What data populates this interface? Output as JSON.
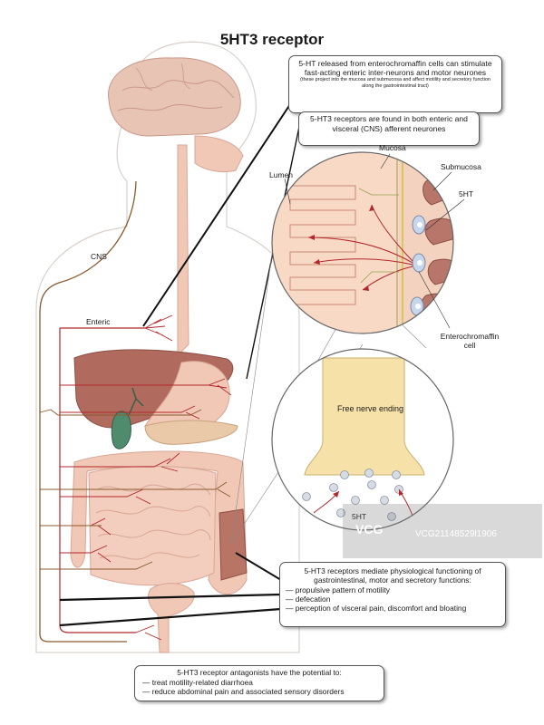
{
  "title": "5HT3 receptor",
  "info_box_1": {
    "main": "5-HT released from enterochromaffin cells can stimulate fast-acting enteric inter-neurons and motor neurones",
    "sub": "(these project into the mucosa and submucosa and affect motility and secretory function along the gastrointestinal tract)"
  },
  "info_box_2": {
    "text": "5-HT3 receptors are found in both enteric and visceral (CNS) afferent neurones"
  },
  "info_box_3": {
    "heading": "5-HT3  receptors mediate physiological functioning of gastrointestinal, motor and secretory functions:",
    "items": [
      "— propulsive pattern of motility",
      "— defecation",
      "— perception of visceral pain, discomfort and bloating"
    ]
  },
  "info_box_4": {
    "heading": "5-HT3 receptor antagonists have the potential to:",
    "items": [
      "— treat motility-related diarrhoea",
      "— reduce abdominal pain and associated sensory disorders"
    ]
  },
  "labels": {
    "cns": "CNS",
    "enteric": "Enteric",
    "mucosa": "Mucosa",
    "submucosa": "Submucosa",
    "lumen": "Lumen",
    "five_ht_upper": "5HT",
    "enterochromaffin_cell": "Enterochromaffin cell",
    "free_nerve_ending": "Free nerve ending",
    "five_ht_lower": "5HT"
  },
  "watermark": {
    "logo": "VCG",
    "text": "VCG21148529l1906"
  },
  "colors": {
    "nerve_red": "#b3262b",
    "nerve_cns": "#8a5a2e",
    "tissue_pink": "#f3c9b4",
    "liver": "#b06a5e",
    "gallbladder": "#4f8c6e",
    "nerve_ending": "#f6e2a8"
  }
}
